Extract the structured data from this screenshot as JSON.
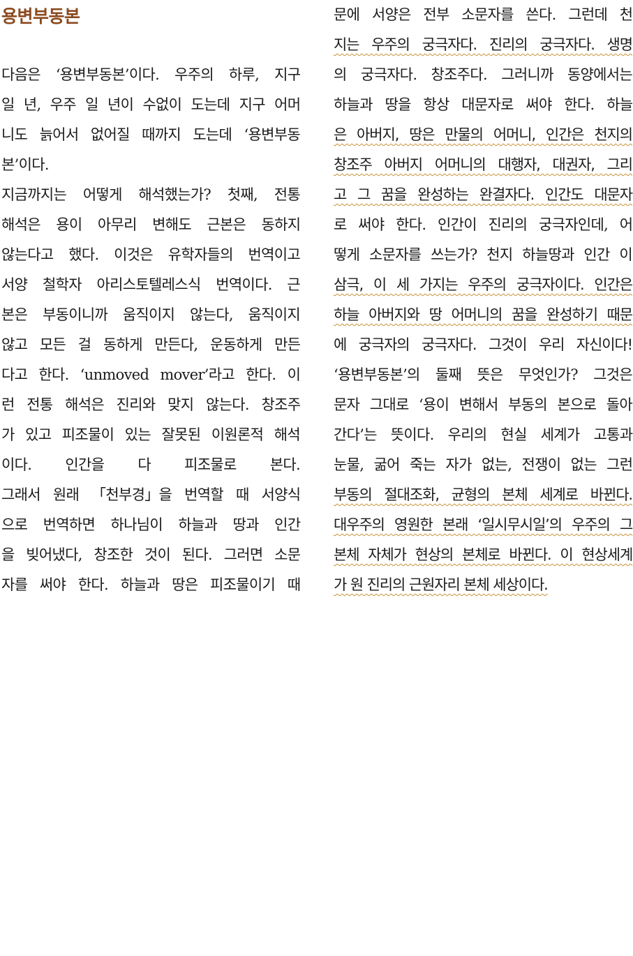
{
  "title": "용변부동본",
  "left_column": [
    "다음은 ‘용변부동본’이다. 우주의 하루, 지구",
    "일 년, 우주 일 년이 수없이 도는데 지구 어머",
    "니도 늙어서 없어질 때까지 도는데 ‘용변부동",
    "본’이다.",
    "지금까지는 어떻게 해석했는가? 첫째, 전통",
    "해석은 용이 아무리 변해도 근본은 동하지",
    "않는다고 했다. 이것은 유학자들의 번역이고",
    "서양 철학자 아리스토텔레스식 번역이다. 근",
    "본은 부동이니까 움직이지 않는다, 움직이지",
    "않고 모든 걸 동하게 만든다, 운동하게 만든",
    "다고 한다. ‘unmoved mover’라고 한다. 이",
    "런 전통 해석은 진리와 맞지 않는다. 창조주",
    "가 있고 피조물이 있는 잘못된 이원론적 해석",
    "이다. 인간을 다 피조물로 본다.",
    "그래서 원래 「천부경」을 번역할 때 서양식",
    "으로 번역하면 하나님이 하늘과 땅과 인간",
    "을 빚어냈다, 창조한 것이 된다. 그러면 소문",
    "자를 써야 한다. 하늘과 땅은 피조물이기 때"
  ],
  "right_column": [
    "문에 서양은 전부 소문자를 쓴다. 그런데 천",
    "지는 우주의 궁극자다. 진리의 궁극자다. 생명",
    "의 궁극자다. 창조주다. 그러니까 동양에서는",
    "하늘과 땅을 항상 대문자로 써야 한다. 하늘",
    "은 아버지, 땅은 만물의 어머니, 인간은 천지의",
    "창조주 아버지 어머니의 대행자, 대권자, 그리",
    "고 그 꿈을 완성하는 완결자다. 인간도 대문자",
    "로 써야 한다. 인간이 진리의 궁극자인데, 어",
    "떻게 소문자를 쓰는가? 천지 하늘땅과 인간 이",
    "삼극, 이 세 가지는 우주의 궁극자이다. 인간은",
    "하늘 아버지와 땅 어머니의 꿈을 완성하기 때문",
    "에 궁극자의 궁극자다. 그것이 우리 자신이다!",
    "‘용변부동본’의 둘째 뜻은 무엇인가? 그것은",
    "문자 그대로 ‘용이 변해서 부동의 본으로 돌아",
    "간다’는 뜻이다. 우리의 현실 세계가 고통과",
    "눈물, 굶어 죽는 자가 없는, 전쟁이 없는 그런",
    "부동의 절대조화, 균형의 본체 세계로 바뀐다.",
    "대우주의 영원한 본래 ‘일시무시일’의 우주의 그",
    "본체 자체가 현상의 본체로 바뀐다. 이 현상세계",
    "가 원 진리의 근원자리 본체 세상이다."
  ]
}
